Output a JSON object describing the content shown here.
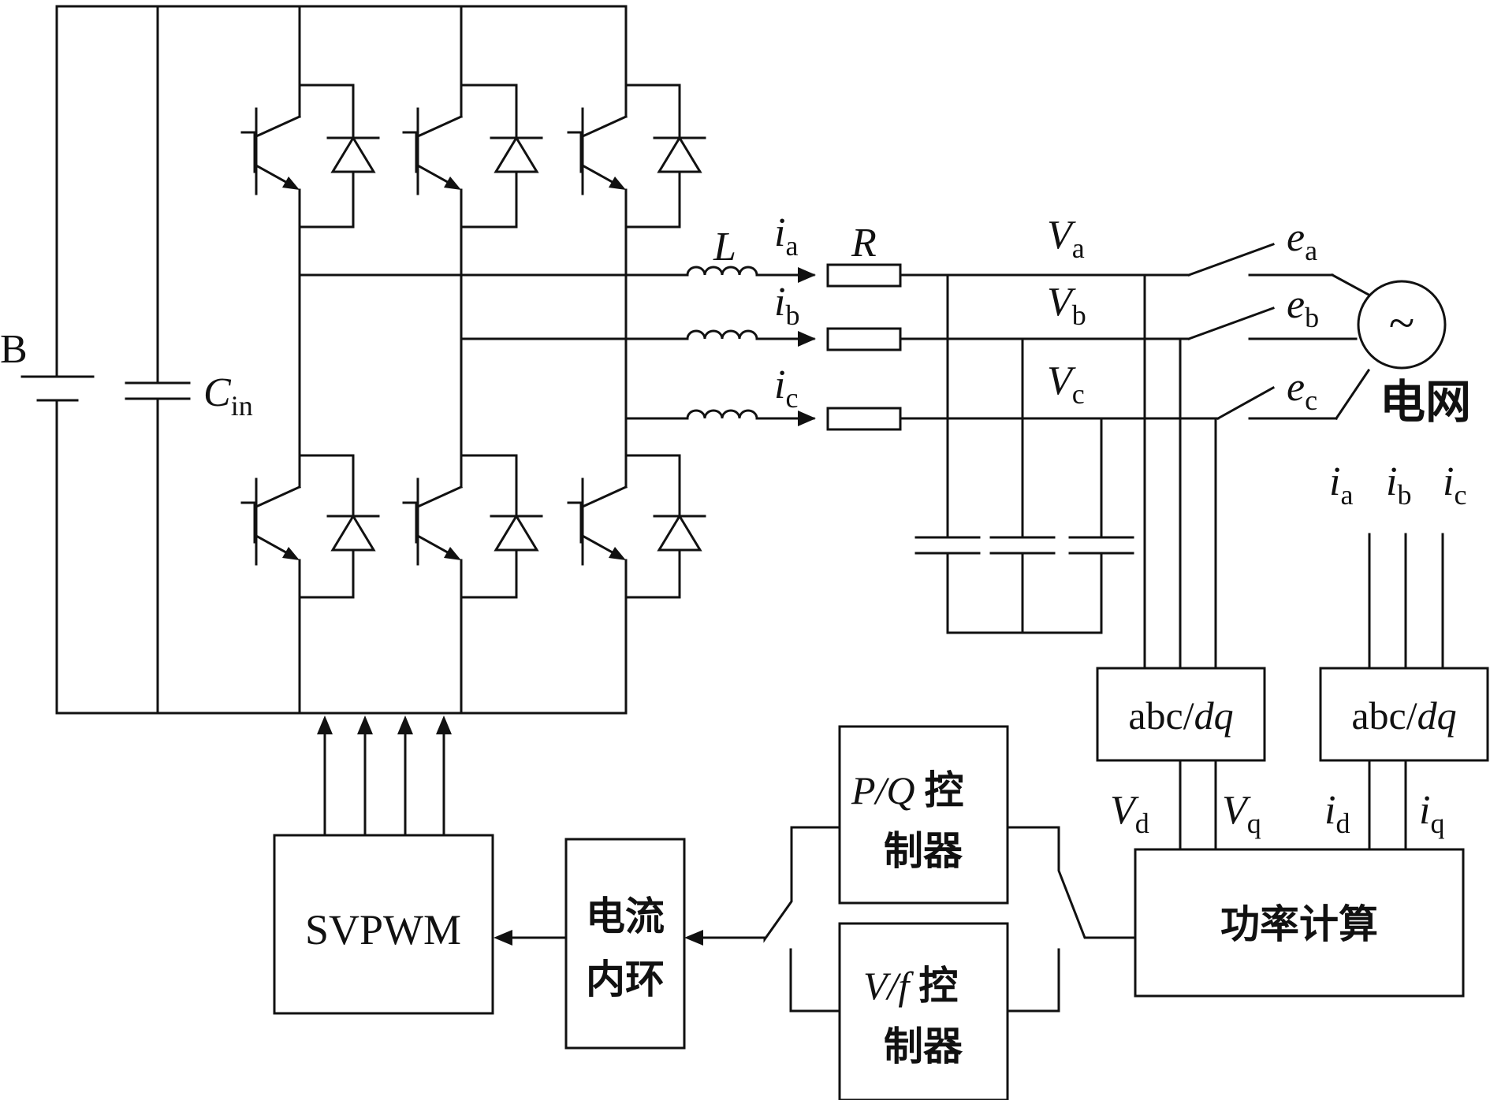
{
  "source": {
    "label": "B"
  },
  "capacitor": {
    "label": "C",
    "sub": "in"
  },
  "inductor": {
    "label": "L"
  },
  "resistor": {
    "label": "R"
  },
  "currents": [
    {
      "label": "i",
      "sub": "a"
    },
    {
      "label": "i",
      "sub": "b"
    },
    {
      "label": "i",
      "sub": "c"
    }
  ],
  "voltages": [
    {
      "label": "V",
      "sub": "a"
    },
    {
      "label": "V",
      "sub": "b"
    },
    {
      "label": "V",
      "sub": "c"
    }
  ],
  "emfs": [
    {
      "label": "e",
      "sub": "a"
    },
    {
      "label": "e",
      "sub": "b"
    },
    {
      "label": "e",
      "sub": "c"
    }
  ],
  "grid": {
    "symbol": "~",
    "label": "电网"
  },
  "grid_currents": [
    {
      "label": "i",
      "sub": "a"
    },
    {
      "label": "i",
      "sub": "b"
    },
    {
      "label": "i",
      "sub": "c"
    }
  ],
  "abc_dq_1": {
    "label_pre": "abc/",
    "label_it": "dq"
  },
  "abc_dq_2": {
    "label_pre": "abc/",
    "label_it": "dq"
  },
  "outputs": {
    "vd": {
      "label": "V",
      "sub": "d"
    },
    "vq": {
      "label": "V",
      "sub": "q"
    },
    "id": {
      "label": "i",
      "sub": "d"
    },
    "iq": {
      "label": "i",
      "sub": "q"
    }
  },
  "pq_controller": {
    "line1_it": "P/Q",
    "line1_cn": "控",
    "line2": "制器"
  },
  "vf_controller": {
    "line1_it": "V/f",
    "line1_cn": "控",
    "line2": "制器"
  },
  "power_calc": {
    "label": "功率计算"
  },
  "current_loop": {
    "line1": "电流",
    "line2": "内环"
  },
  "svpwm": {
    "label": "SVPWM"
  }
}
